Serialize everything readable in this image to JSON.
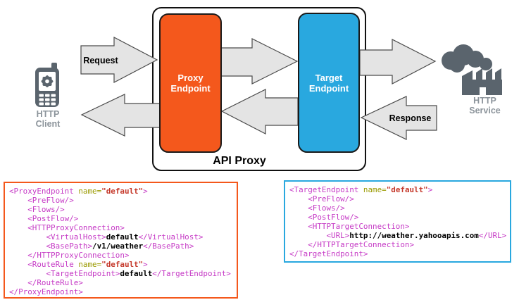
{
  "colors": {
    "proxy_orange": "#F4581C",
    "target_blue": "#29A8DF",
    "icon_gray": "#5A646D",
    "label_gray": "#8C949B",
    "arrow_fill": "#E4E4E4",
    "arrow_stroke": "#4A4A4A",
    "code_tag": "#C63BC6",
    "code_attr": "#9A9A00",
    "code_value": "#C5392B",
    "code_text": "#000000"
  },
  "diagram": {
    "api_proxy_label": "API Proxy",
    "proxy_endpoint": {
      "line1": "Proxy",
      "line2": "Endpoint"
    },
    "target_endpoint": {
      "line1": "Target",
      "line2": "Endpoint"
    },
    "http_client": {
      "line1": "HTTP",
      "line2": "Client"
    },
    "http_service": {
      "line1": "HTTP",
      "line2": "Service"
    },
    "request_label": "Request",
    "response_label": "Response"
  },
  "code_blocks": [
    {
      "id": "proxy-endpoint-xml",
      "accent": "#F4581C",
      "lines": [
        [
          {
            "c": "tag",
            "t": "<ProxyEndpoint "
          },
          {
            "c": "attr",
            "t": "name="
          },
          {
            "c": "val",
            "t": "\"default\""
          },
          {
            "c": "tag",
            "t": ">"
          }
        ],
        [
          {
            "c": "tag",
            "t": "    <PreFlow/>"
          }
        ],
        [
          {
            "c": "tag",
            "t": "    <Flows/>"
          }
        ],
        [
          {
            "c": "tag",
            "t": "    <PostFlow/>"
          }
        ],
        [
          {
            "c": "tag",
            "t": "    <HTTPProxyConnection>"
          }
        ],
        [
          {
            "c": "tag",
            "t": "        <VirtualHost>"
          },
          {
            "c": "txt",
            "t": "default"
          },
          {
            "c": "tag",
            "t": "</VirtualHost>"
          }
        ],
        [
          {
            "c": "tag",
            "t": "        <BasePath>"
          },
          {
            "c": "txt",
            "t": "/v1/weather"
          },
          {
            "c": "tag",
            "t": "</BasePath>"
          }
        ],
        [
          {
            "c": "tag",
            "t": "    </HTTPProxyConnection>"
          }
        ],
        [
          {
            "c": "tag",
            "t": "    <RouteRule "
          },
          {
            "c": "attr",
            "t": "name="
          },
          {
            "c": "val",
            "t": "\"default\""
          },
          {
            "c": "tag",
            "t": ">"
          }
        ],
        [
          {
            "c": "tag",
            "t": "        <TargetEndpoint>"
          },
          {
            "c": "txt",
            "t": "default"
          },
          {
            "c": "tag",
            "t": "</TargetEndpoint>"
          }
        ],
        [
          {
            "c": "tag",
            "t": "    </RouteRule>"
          }
        ],
        [
          {
            "c": "tag",
            "t": "</ProxyEndpoint>"
          }
        ]
      ]
    },
    {
      "id": "target-endpoint-xml",
      "accent": "#29A8DF",
      "lines": [
        [
          {
            "c": "tag",
            "t": "<TargetEndpoint "
          },
          {
            "c": "attr",
            "t": "name="
          },
          {
            "c": "val",
            "t": "\"default\""
          },
          {
            "c": "tag",
            "t": ">"
          }
        ],
        [
          {
            "c": "tag",
            "t": "    <PreFlow/>"
          }
        ],
        [
          {
            "c": "tag",
            "t": "    <Flows/>"
          }
        ],
        [
          {
            "c": "tag",
            "t": "    <PostFlow/>"
          }
        ],
        [
          {
            "c": "tag",
            "t": "    <HTTPTargetConnection>"
          }
        ],
        [
          {
            "c": "tag",
            "t": "        <URL>"
          },
          {
            "c": "txt",
            "t": "http://weather.yahooapis.com"
          },
          {
            "c": "tag",
            "t": "</URL>"
          }
        ],
        [
          {
            "c": "tag",
            "t": "    </HTTPTargetConnection>"
          }
        ],
        [
          {
            "c": "tag",
            "t": "</TargetEndpoint>"
          }
        ]
      ]
    }
  ]
}
